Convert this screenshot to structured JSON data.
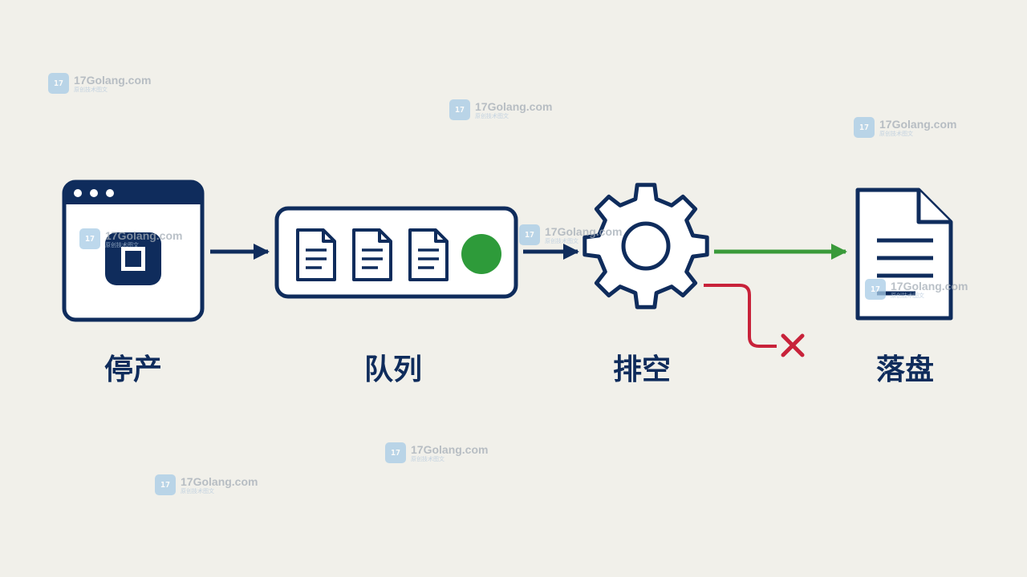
{
  "stages": [
    {
      "id": "stop",
      "label": "停产"
    },
    {
      "id": "queue",
      "label": "队列"
    },
    {
      "id": "drain",
      "label": "排空"
    },
    {
      "id": "persist",
      "label": "落盘"
    }
  ],
  "watermark": {
    "site": "17Golang.com",
    "subtitle": "原创技术图文",
    "logo_text": "17"
  },
  "colors": {
    "background": "#f1f0ea",
    "ink": "#0f2c5c",
    "success": "#2e9b3a",
    "success_arrow": "#3a9a3a",
    "error": "#c8223a"
  },
  "icons": {
    "stop": "app-window-stop-icon",
    "queue": "document-queue-icon",
    "drain": "gear-icon",
    "persist": "document-icon",
    "fail": "cross-icon"
  }
}
